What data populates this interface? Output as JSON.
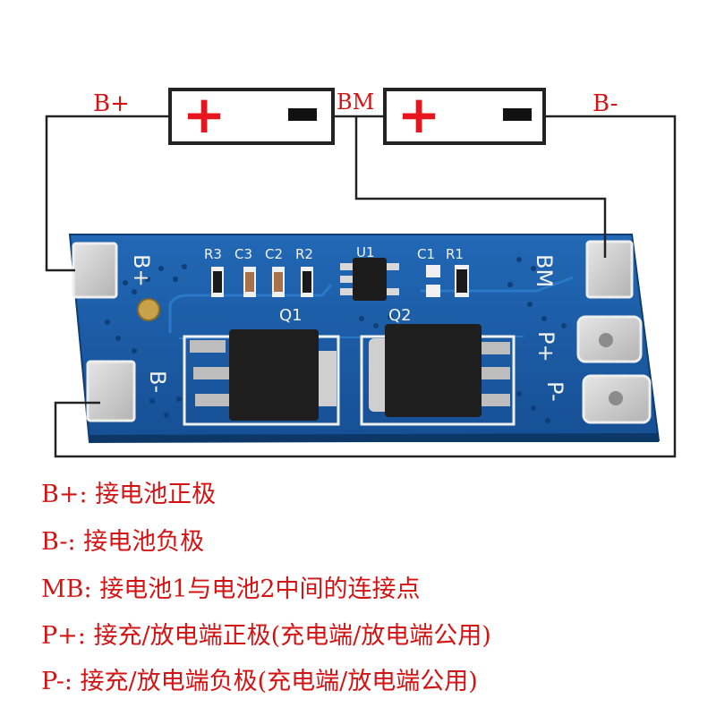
{
  "top_labels": {
    "b_plus": "B+",
    "bm": "BM",
    "b_minus": "B-"
  },
  "battery_cells": [
    {
      "positive": "+",
      "negative": "-"
    },
    {
      "positive": "+",
      "negative": "-"
    }
  ],
  "pcb_silkscreen": {
    "r3": "R3",
    "c3": "C3",
    "c2": "C2",
    "r2": "R2",
    "u1": "U1",
    "c1": "C1",
    "r1": "R1",
    "q1": "Q1",
    "q2": "Q2",
    "b_plus": "B+",
    "b_minus": "B-",
    "bm": "BM",
    "p_plus": "P+",
    "p_minus": "P-"
  },
  "legend": [
    {
      "key": "B+",
      "sep": ":",
      "desc": "接电池正极"
    },
    {
      "key": "B-",
      "sep": ":",
      "desc": "接电池负极"
    },
    {
      "key": "MB",
      "sep": ":",
      "desc": "接电池1与电池2中间的连接点"
    },
    {
      "key": "P+",
      "sep": ":",
      "desc": "接充/放电端正极(充电端/放电端公用)"
    },
    {
      "key": "P-",
      "sep": ":",
      "desc": "接充/放电端负极(充电端/放电端公用)"
    }
  ],
  "colors": {
    "pcb_blue": "#1a5aa6",
    "label_red": "#d21414",
    "pad_silver": "#cfcfcf",
    "mosfet_black": "#1e1e1e"
  }
}
